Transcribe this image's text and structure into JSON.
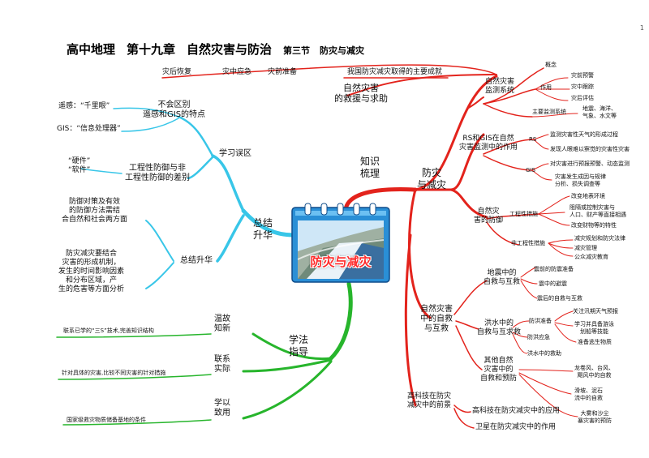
{
  "header": {
    "title_main": "高中地理",
    "title_chapter": "第十九章",
    "title_topic": "自然灾害与防治",
    "title_section": "第三节",
    "title_section_name": "防灾与减灾",
    "page_number": "1"
  },
  "center": {
    "label": "防灾与减灾"
  },
  "colors": {
    "red": "#e3231c",
    "cyan": "#38c6e8",
    "green": "#27b52c",
    "calendar_blue": "#2a8fd6"
  },
  "knowledge": {
    "heading": "知识\n梳理",
    "branch": "防灾\n与减灾",
    "rescue": {
      "label": "自然灾害\n的救援与求助",
      "achievement": "我国防灾减灾取得的主要成就",
      "stages": [
        "灾后恢复",
        "灾中应急",
        "灾前准备"
      ]
    },
    "monitoring": {
      "label": "自然灾害\n监测系统",
      "concept": "概念",
      "role": "作用",
      "roles": [
        "灾前预警",
        "灾中跟踪",
        "灾后评估"
      ],
      "main": "主要监测系统",
      "main_detail": "地震、海洋、\n气象、水文等"
    },
    "rs_gis": {
      "label": "RS和GIS在自然\n灾害监测中的作用",
      "rs": "RS",
      "rs_items": [
        "监测灾害性天气的形成过程",
        "发现人眼难以察觉的灾害性灾害"
      ],
      "gis": "GIS",
      "gis_items": [
        "对灾害进行预报预警、动态监测",
        "灾害发生成因与规律\n分析、损失调查等"
      ]
    },
    "prevention": {
      "label": "自然灾\n害的防御",
      "eng": "工程性措施",
      "eng_items": [
        "改变地表环境",
        "阻隔或控制灾害与\n人口、财产等直接相遇",
        "改变财物等的特性"
      ],
      "noneng": "非工程性措施",
      "noneng_items": [
        "减灾规划和防灾法律",
        "减灾管理",
        "公众减灾教育"
      ]
    },
    "self_rescue": {
      "label": "自然灾害\n中的自救\n与互救",
      "quake": "地震中的\n自救与互救",
      "quake_items": [
        "震前的防震准备",
        "震中的避震",
        "震后的自救与互救"
      ],
      "flood": "洪水中的\n自救与互求救",
      "flood_prep": "防洪准备",
      "flood_prep_items": [
        "关注汛期天气预报",
        "学习并具备游泳\n划船等技能",
        "准备逃生物质"
      ],
      "flood_emergency": "防洪应急",
      "flood_aid": "洪水中的救助",
      "other": "其他自然\n灾害中的\n自救和预防",
      "other_items": [
        "龙卷风、台风、\n飓风中的自救",
        "滑坡、泥石\n流中的自救",
        "大雾和沙尘\n暴灾害的预防"
      ]
    },
    "tech": {
      "label": "高科技在防灾\n减灾中的前景",
      "items": [
        "高科技在防灾减灾中的应用",
        "卫星在防灾减灾中的作用"
      ]
    }
  },
  "summary": {
    "heading": "总结\n升华",
    "misunderstanding": {
      "label": "学习误区",
      "rs_gis_diff": "不会区别\n遥感和GIS的特点",
      "rs_note": "遥感：“千里眼”",
      "gis_note": "GIS：“信息处理器”",
      "eng_diff": "工程性防御与非\n工程性防御的差别",
      "eng_note": "“硬件”\n“软件”"
    },
    "sublimation": {
      "label": "总结升华",
      "item1": "防御对策及有效\n的防御方法需结\n合自然和社会两方面",
      "item2": "防灾减灾要结合\n灾害的形成机制，\n发生的时间影响因素\n和分布区域，产\n生的危害等方面分析"
    }
  },
  "method": {
    "heading": "学法\n指导",
    "review": {
      "label": "温故\n知新",
      "note": "联系已学的“三S”技术,完善知识结构"
    },
    "connect": {
      "label": "联系\n实际",
      "note": "针对具体的灾害,比较不同灾害的针对措施"
    },
    "apply": {
      "label": "学以\n致用",
      "note": "国家级救灾物质储备基地的条件"
    }
  }
}
